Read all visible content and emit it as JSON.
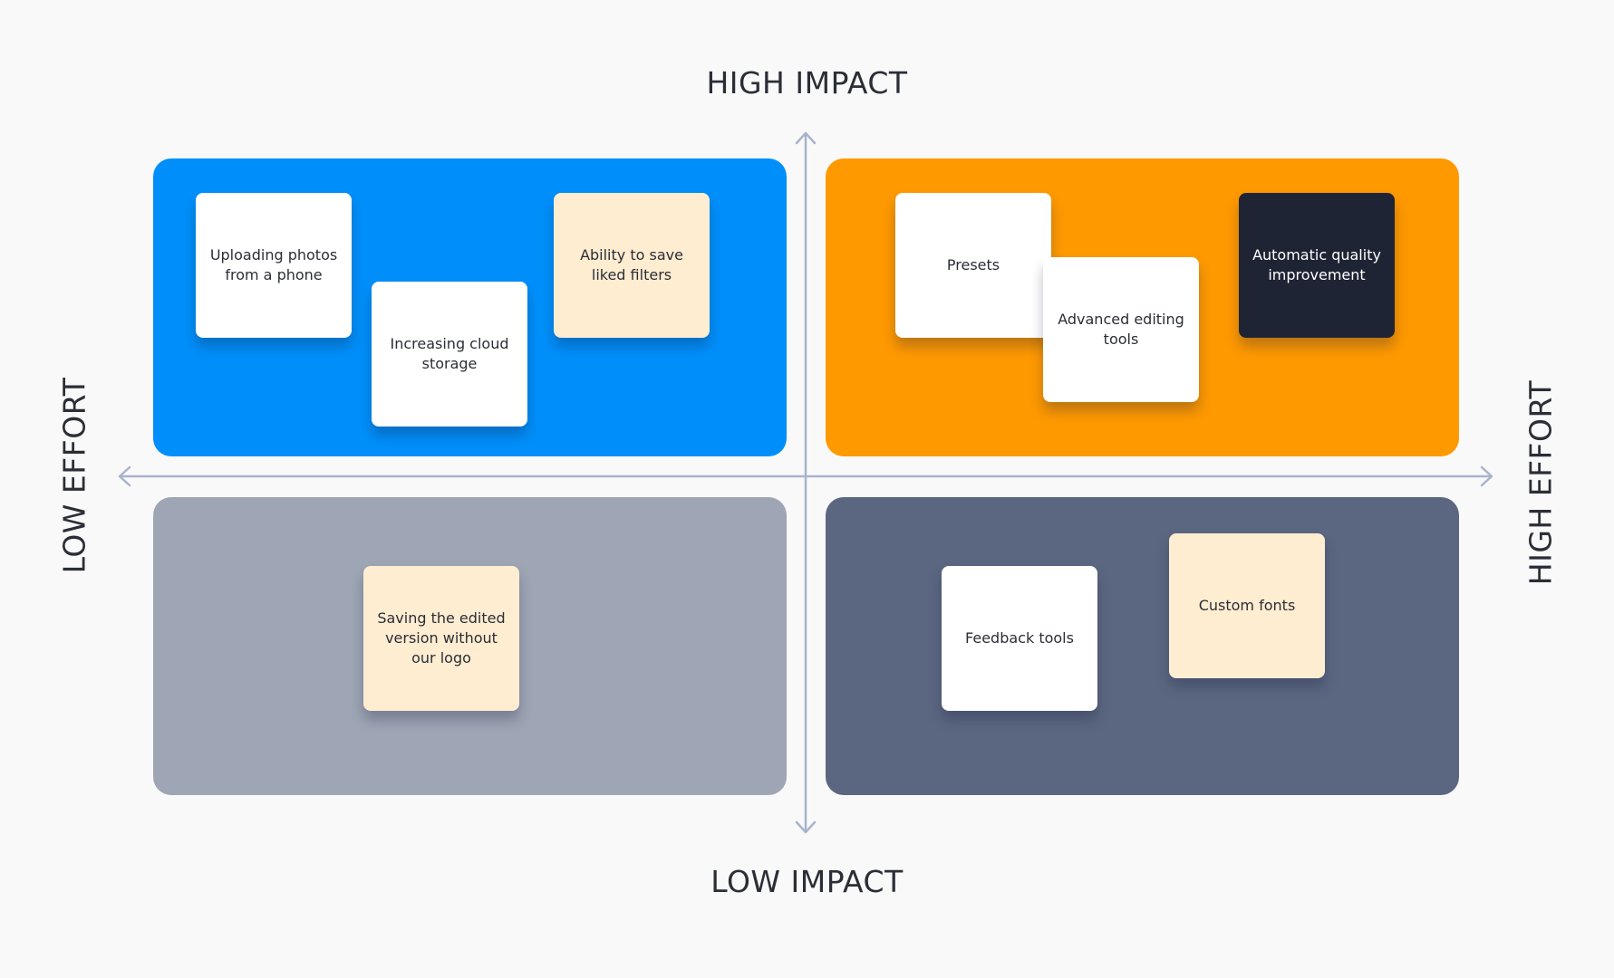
{
  "axes": {
    "top": "HIGH IMPACT",
    "bottom": "LOW IMPACT",
    "left": "LOW EFFORT",
    "right": "HIGH EFFORT",
    "color": "#a9b4cc"
  },
  "quadrants": {
    "top_left": {
      "color": "#008ffa"
    },
    "top_right": {
      "color": "#ff9900"
    },
    "bottom_left": {
      "color": "#9ea5b4"
    },
    "bottom_right": {
      "color": "#5b6781"
    }
  },
  "card_colors": {
    "white": "#ffffff",
    "cream": "#ffedd1",
    "dark": "#1f2434",
    "text_dark": "#2b2e36",
    "text_light": "#ffffff"
  },
  "cards": [
    {
      "text": "Uploading photos from a phone",
      "style": "white"
    },
    {
      "text": "Increasing cloud storage",
      "style": "white"
    },
    {
      "text": "Ability to save liked filters",
      "style": "cream"
    },
    {
      "text": "Presets",
      "style": "white"
    },
    {
      "text": "Advanced editing tools",
      "style": "white"
    },
    {
      "text": "Automatic quality improvement",
      "style": "dark"
    },
    {
      "text": "Saving the edited version without our logo",
      "style": "cream"
    },
    {
      "text": "Feedback tools",
      "style": "white"
    },
    {
      "text": "Custom fonts",
      "style": "cream"
    }
  ]
}
